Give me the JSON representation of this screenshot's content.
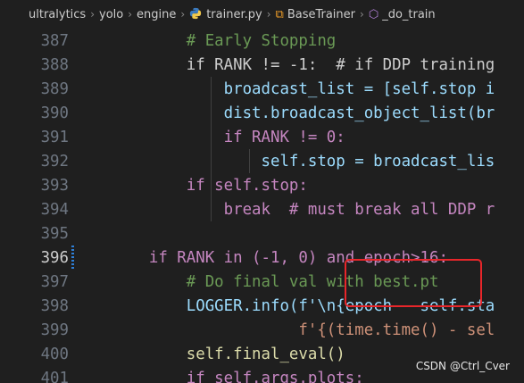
{
  "breadcrumb": {
    "items": [
      {
        "label": "ultralytics",
        "icon": ""
      },
      {
        "label": "yolo",
        "icon": ""
      },
      {
        "label": "engine",
        "icon": ""
      },
      {
        "label": "trainer.py",
        "icon": "python-file-icon"
      },
      {
        "label": "BaseTrainer",
        "icon": "class-icon"
      },
      {
        "label": "_do_train",
        "icon": "method-icon"
      }
    ],
    "separator": "›"
  },
  "colors": {
    "background": "#1f1f1f",
    "keyword": "#c586c0",
    "comment": "#6a9955",
    "variable": "#9cdcfe",
    "function": "#dcdcaa",
    "highlight_box": "#e8262a"
  },
  "lines": [
    {
      "number": "387",
      "text": "        # Early Stopping"
    },
    {
      "number": "388",
      "text": "        if RANK != -1:  # if DDP training"
    },
    {
      "number": "389",
      "text": "            broadcast_list = [self.stop i"
    },
    {
      "number": "390",
      "text": "            dist.broadcast_object_list(br"
    },
    {
      "number": "391",
      "text": "            if RANK != 0:"
    },
    {
      "number": "392",
      "text": "                self.stop = broadcast_lis"
    },
    {
      "number": "393",
      "text": "        if self.stop:"
    },
    {
      "number": "394",
      "text": "            break  # must break all DDP r"
    },
    {
      "number": "395",
      "text": ""
    },
    {
      "number": "396",
      "text": "    if RANK in (-1, 0) and epoch>16:"
    },
    {
      "number": "397",
      "text": "        # Do final val with best.pt"
    },
    {
      "number": "398",
      "text": "        LOGGER.info(f'\\n{epoch - self.sta"
    },
    {
      "number": "399",
      "text": "                    f'{(time.time() - sel"
    },
    {
      "number": "400",
      "text": "        self.final_eval()"
    },
    {
      "number": "401",
      "text": "        if self.args.plots:"
    }
  ],
  "watermark": "CSDN @Ctrl_Cver"
}
